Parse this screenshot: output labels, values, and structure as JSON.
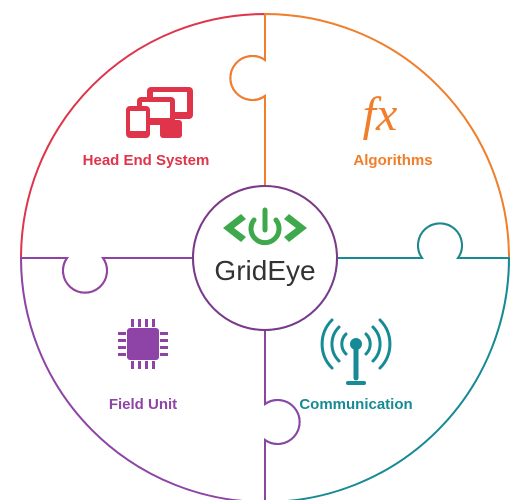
{
  "center": {
    "label": "GridEye",
    "logo_icon": "power-eye-icon",
    "color": "#3da94a",
    "ring_color": "#7a3a8c"
  },
  "quadrants": [
    {
      "id": "head-end-system",
      "label": "Head End System",
      "icon": "devices-icon",
      "color": "#e0344a"
    },
    {
      "id": "algorithms",
      "label": "Algorithms",
      "icon": "fx-icon",
      "icon_text": "fx",
      "color": "#f07e2a"
    },
    {
      "id": "field-unit",
      "label": "Field Unit",
      "icon": "chip-icon",
      "color": "#8e44a6"
    },
    {
      "id": "communication",
      "label": "Communication",
      "icon": "antenna-icon",
      "color": "#168a95"
    }
  ],
  "outline_color": "#c9d2d6"
}
